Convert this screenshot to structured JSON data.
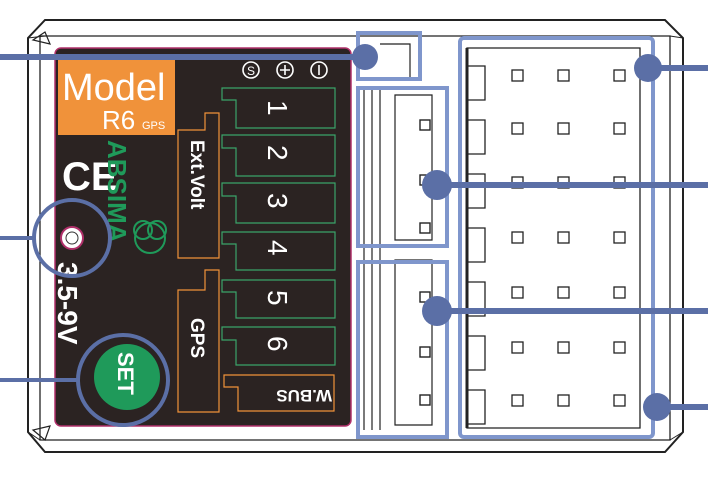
{
  "label_panel": {
    "model": "Model",
    "model_number": "R6",
    "model_suffix": "GPS",
    "brand": "ABSIMA",
    "certification": "CE",
    "voltage": "3.5-9V",
    "pin_symbols": [
      "S",
      "+",
      "-"
    ],
    "channels": [
      "1",
      "2",
      "3",
      "4",
      "5",
      "6"
    ],
    "wbus": "W.BUS",
    "ext_volt": "Ext.Volt",
    "gps": "GPS",
    "set_button": "SET"
  },
  "colors": {
    "callout": "#5b6fa6",
    "highlight": "#7f96cc",
    "panel": "#2b2322",
    "orange": "#f0923a",
    "green": "#1f9a5a",
    "channel_outline": "#3aa36a"
  }
}
